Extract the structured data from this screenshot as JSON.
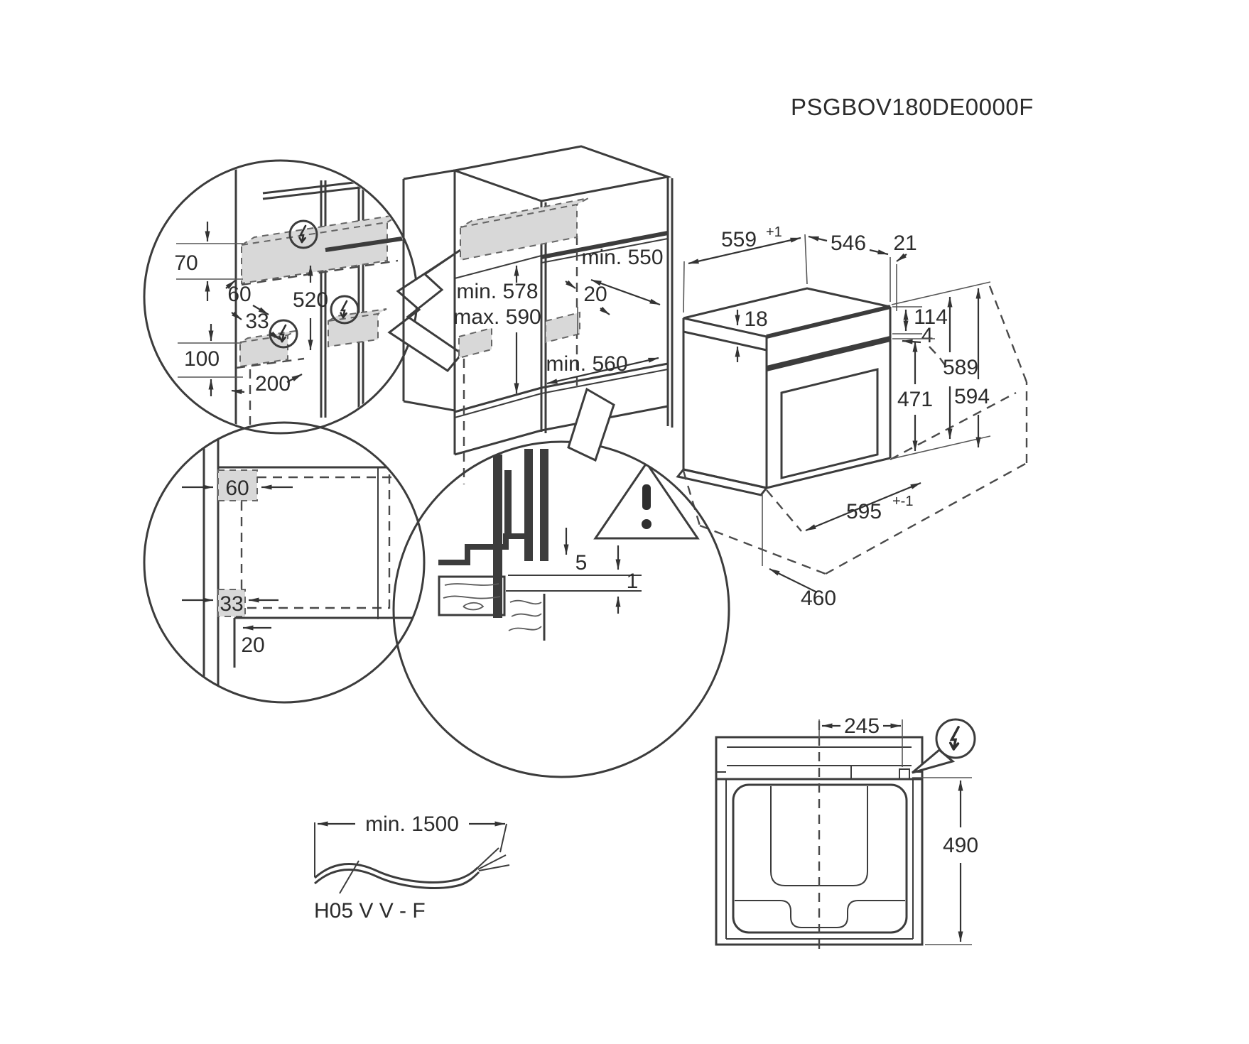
{
  "title": "PSGBOV180DE0000F",
  "colors": {
    "line": "#3c3c3c",
    "zone_fill": "#d8d8d8",
    "background": "#ffffff"
  },
  "detail_top_left": {
    "d70": "70",
    "d60": "60",
    "d520": "520",
    "d33": "33",
    "d100": "100",
    "d200": "200",
    "electrical_icon": "lightning-bolt-in-circle"
  },
  "cabinet": {
    "height_min": "min. 578",
    "height_max": "max. 590",
    "depth_min": "min. 550",
    "vent_gap": "20",
    "width_min": "min. 560"
  },
  "oven": {
    "cutout_width": "559",
    "cutout_width_tol": "+1",
    "body_depth": "546",
    "door_offset": "21",
    "top_recess": "18",
    "panel_height": "114",
    "gap": "4",
    "door_height": "471",
    "body_height": "589",
    "total_height": "594",
    "front_width": "595",
    "front_width_tol": "+-1",
    "bottom_depth": "460"
  },
  "detail_bottom_left": {
    "d60": "60",
    "d33": "33",
    "d20": "20"
  },
  "detail_flush": {
    "d5": "5",
    "d1": "1",
    "warning_icon": "exclamation-triangle"
  },
  "power_cord": {
    "length": "min. 1500",
    "cable_type": "H05 V V - F"
  },
  "top_view": {
    "connection_offset": "245",
    "connection_depth": "490",
    "electrical_icon": "lightning-bolt-in-circle"
  }
}
